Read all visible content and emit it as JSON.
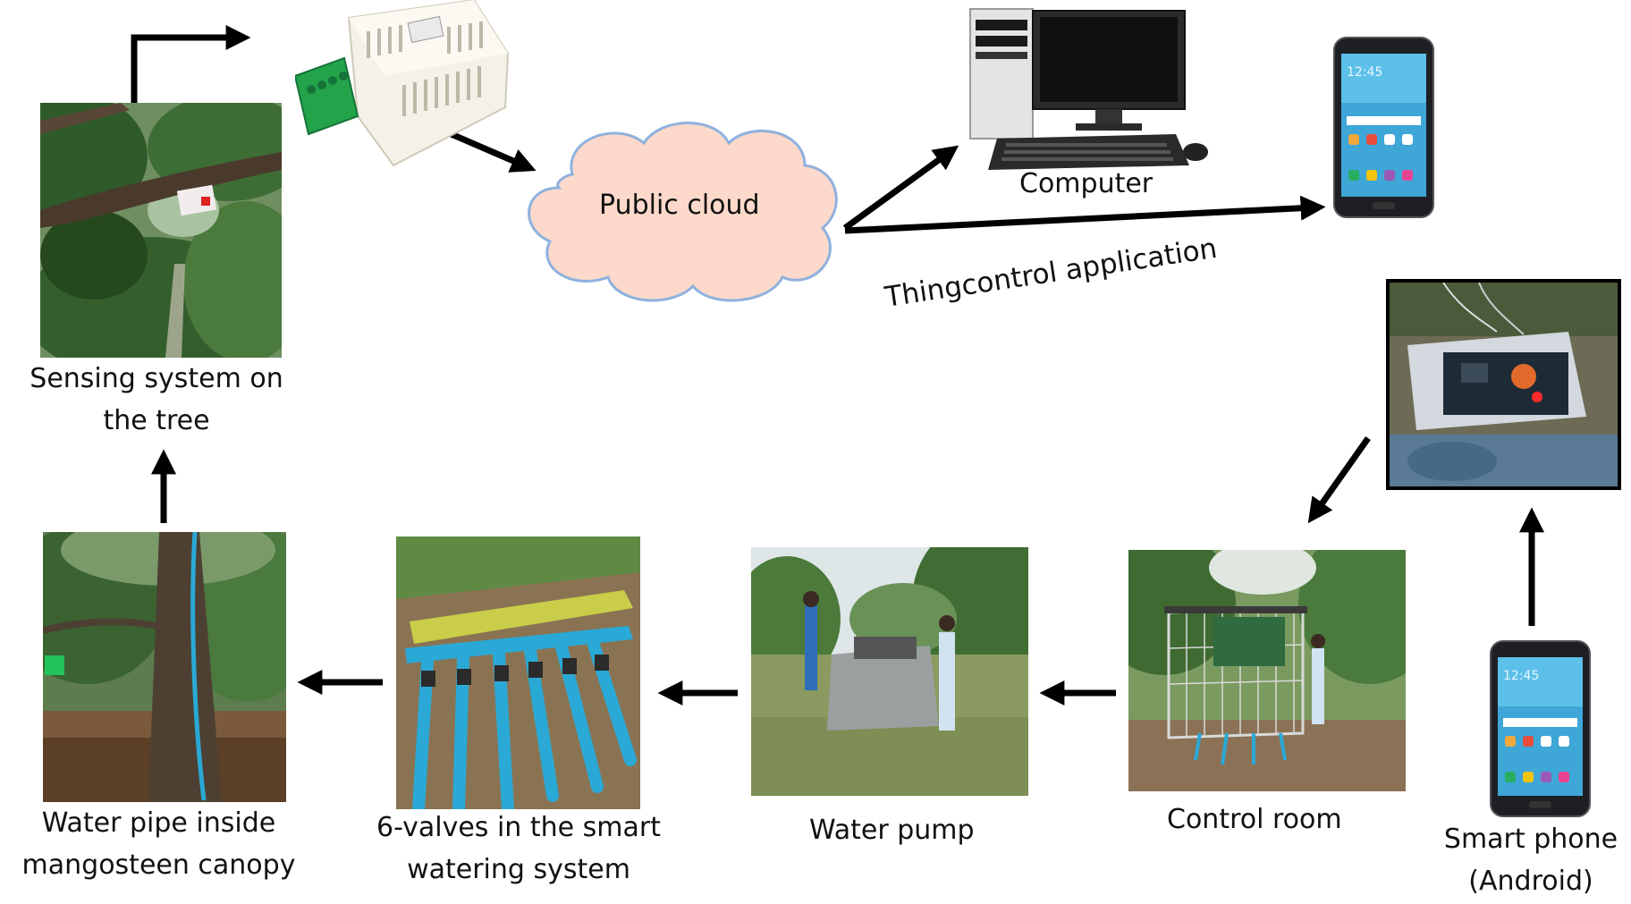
{
  "labels": {
    "sensing": [
      "Sensing system on",
      "the tree"
    ],
    "public_cloud": "Public cloud",
    "computer": "Computer",
    "app": "Thingcontrol application",
    "water_pipe": [
      "Water pipe inside",
      "mangosteen canopy"
    ],
    "valves": [
      "6-valves in the smart",
      "watering system"
    ],
    "water_pump": "Water pump",
    "control_room": "Control room",
    "smart_phone": [
      "Smart phone",
      "(Android)"
    ]
  },
  "phone_screen": {
    "time_top": "12:45",
    "time_bottom": "12:45"
  },
  "colors": {
    "cloud_fill": "#fcd9ca",
    "cloud_stroke": "#8fb1de",
    "arrow": "#000000",
    "pipe_blue": "#2aa9d6",
    "foliage": "#3f6b33",
    "phone_screen": "#3fa6d8"
  }
}
